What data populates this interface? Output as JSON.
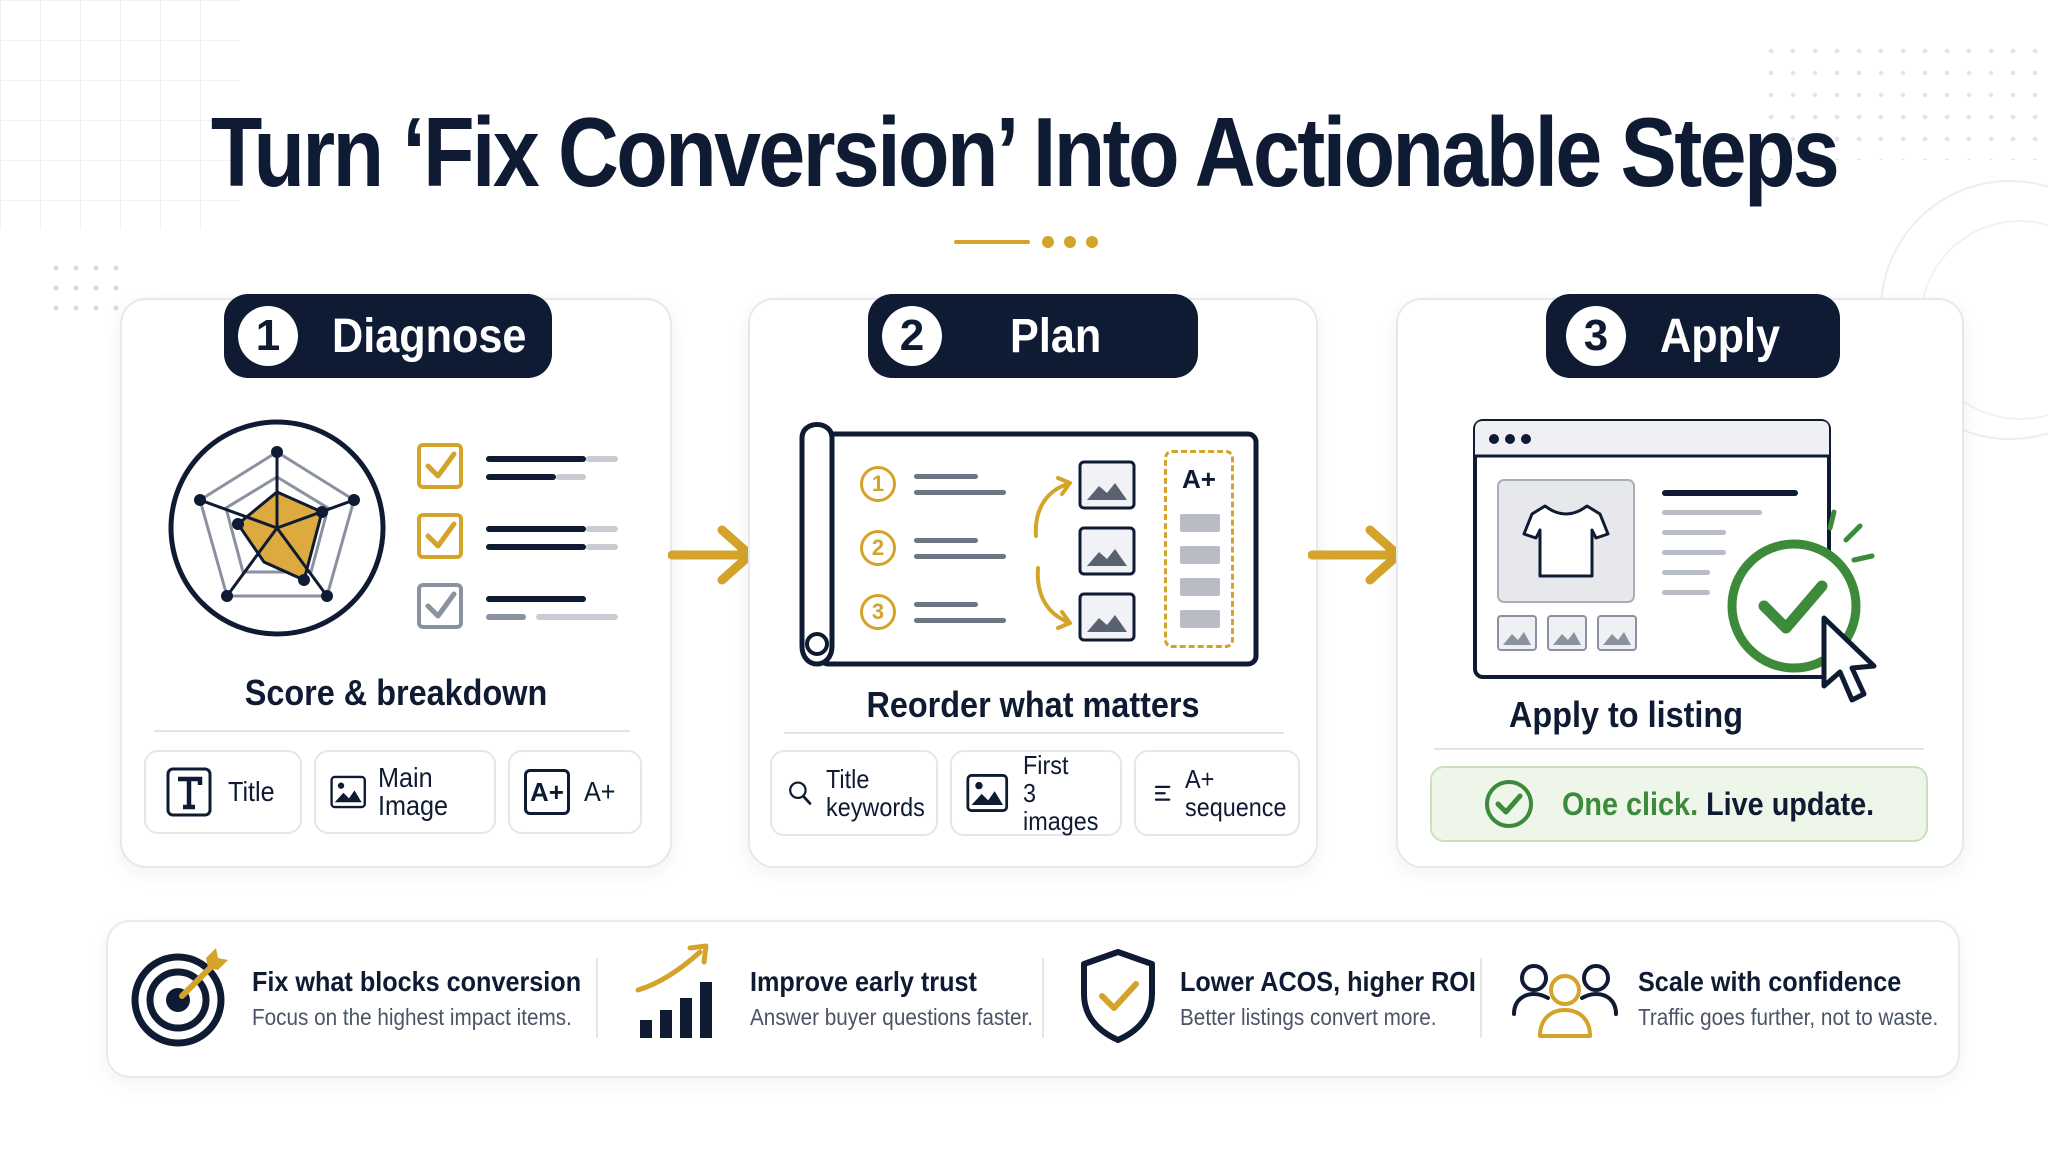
{
  "title": "Turn ‘Fix Conversion’ Into Actionable Steps",
  "colors": {
    "navy": "#0f1a33",
    "gold": "#d4a32a",
    "green": "#3c8a3a",
    "gray": "#8a91a0"
  },
  "steps": [
    {
      "number": "1",
      "label": "Diagnose",
      "caption": "Score & breakdown",
      "chips": [
        {
          "icon": "title-t-icon",
          "label": "Title"
        },
        {
          "icon": "image-icon",
          "label": "Main Image"
        },
        {
          "icon": "a-plus-icon",
          "label": "A+",
          "badge": "A+"
        }
      ]
    },
    {
      "number": "2",
      "label": "Plan",
      "caption": "Reorder what matters",
      "plan_numbers": [
        "1",
        "2",
        "3"
      ],
      "a_plus_badge": "A+",
      "chips": [
        {
          "icon": "search-icon",
          "line1": "Title",
          "line2": "keywords"
        },
        {
          "icon": "image-icon",
          "line1": "First",
          "line2": "3 images"
        },
        {
          "icon": "menu-lines-icon",
          "line1": "A+",
          "line2": "sequence"
        }
      ]
    },
    {
      "number": "3",
      "label": "Apply",
      "caption": "Apply to listing",
      "bar": {
        "accent": "One click.",
        "rest": " Live update."
      }
    }
  ],
  "benefits": [
    {
      "icon": "target-icon",
      "title": "Fix what blocks conversion",
      "desc": "Focus on the highest impact items."
    },
    {
      "icon": "growth-chart-icon",
      "title": "Improve early trust",
      "desc": "Answer buyer questions faster."
    },
    {
      "icon": "shield-check-icon",
      "title": "Lower ACOS, higher ROI",
      "desc": "Better listings convert more."
    },
    {
      "icon": "users-icon",
      "title": "Scale with confidence",
      "desc": "Traffic goes further, not to waste."
    }
  ]
}
